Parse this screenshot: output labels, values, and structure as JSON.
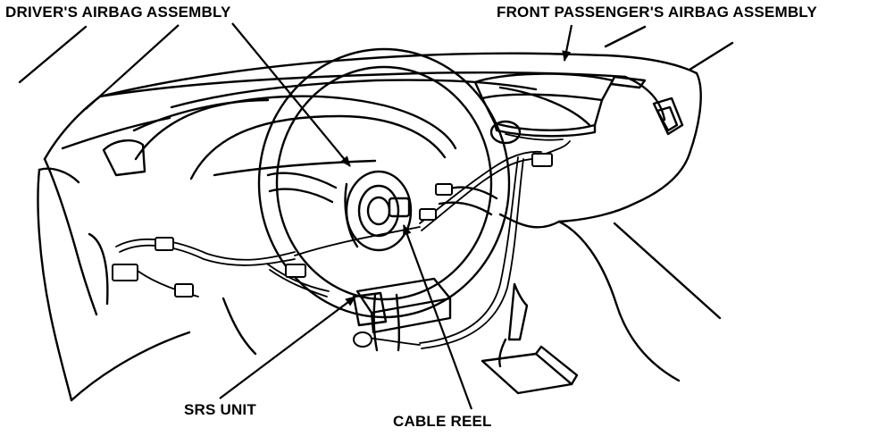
{
  "labels": {
    "drivers_airbag": "DRIVER'S AIRBAG ASSEMBLY",
    "passenger_airbag": "FRONT PASSENGER'S AIRBAG ASSEMBLY",
    "srs_unit": "SRS UNIT",
    "cable_reel": "CABLE REEL"
  }
}
